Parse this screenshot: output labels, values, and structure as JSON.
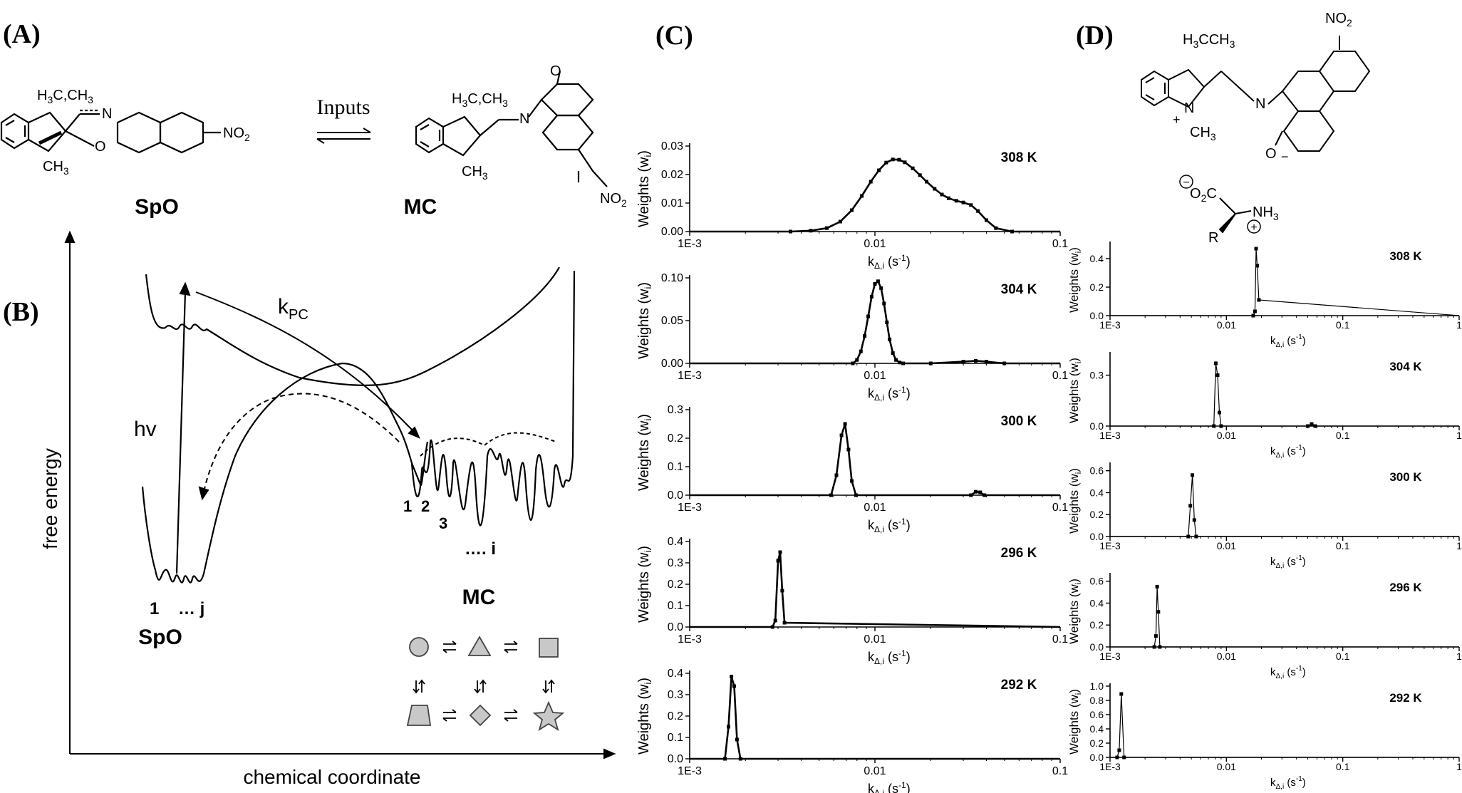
{
  "panels": {
    "a": {
      "label": "(A)",
      "arrow_label": "Inputs",
      "left_name": "SpO",
      "right_name": "MC",
      "left_mol": {
        "c1": "H",
        "c1s": "3",
        "c1t": "C,CH",
        "c1ts": "3",
        "n_atom": "N",
        "o_atom": "O",
        "nme": "CH",
        "nme_s": "3",
        "nitro": "NO",
        "nitro_s": "2"
      },
      "right_mol": {
        "c1": "H",
        "c1s": "3",
        "c1t": "C,CH",
        "c1ts": "3",
        "n_atom": "N",
        "o_atom": "O",
        "nme": "CH",
        "nme_s": "3",
        "nitro": "NO",
        "nitro_s": "2"
      }
    },
    "b": {
      "label": "(B)",
      "y_axis": "free energy",
      "x_axis": "chemical coordinate",
      "hv": "hv",
      "kpc": "k",
      "kpc_sub": "PC",
      "spo": "SpO",
      "mc": "MC",
      "spo_well_1": "1",
      "spo_well_j": "… j",
      "mc_well_1": "1",
      "mc_well_2": "2",
      "mc_well_3": "3",
      "mc_well_i": "…. i"
    },
    "c": {
      "label": "(C)"
    },
    "d": {
      "label": "(D)",
      "mol": {
        "c1": "H",
        "c1s": "3",
        "c1t": "C",
        "ch3": "CH",
        "ch3s": "3",
        "nitro": "NO",
        "nitro_s": "2",
        "n_atom": "N",
        "nme": "CH",
        "nme_s": "3",
        "o_atom": "O",
        "plus": "+",
        "minus": "−"
      },
      "aa": {
        "o2c": "O",
        "o2c_s": "2",
        "o2c_c": "C",
        "nh3": "NH",
        "nh3_s": "3",
        "r": "R",
        "plus": "+",
        "minus": "−"
      }
    }
  },
  "colors": {
    "line": "#000000",
    "shape_fill": "#c8c8c8"
  },
  "icons": [
    "circle-icon",
    "triangle-icon",
    "square-icon",
    "trapezoid-icon",
    "diamond-icon",
    "star-icon",
    "equilibrium-arrows-icon"
  ],
  "chart_data": [
    {
      "type": "line",
      "panel": "C",
      "temperature": "308 K",
      "xscale": "log",
      "xlim": [
        0.001,
        0.1
      ],
      "xticks": [
        "1E-3",
        "0.01",
        "0.1"
      ],
      "yticks": [
        "0.00",
        "0.01",
        "0.02",
        "0.03"
      ],
      "ylim": [
        0,
        0.03
      ],
      "ylabel": "Weights (w",
      "ylabel_sub": "i",
      "xlabel": "k",
      "xlabel_sub": "Δ,i",
      "xlabel_unit": " (s",
      "xlabel_sup": "-1",
      "xlabel_end": ")",
      "x": [
        0.0035,
        0.0045,
        0.0055,
        0.0065,
        0.0075,
        0.0085,
        0.0095,
        0.0105,
        0.0115,
        0.0125,
        0.0135,
        0.0145,
        0.016,
        0.0175,
        0.019,
        0.021,
        0.023,
        0.025,
        0.0275,
        0.03,
        0.033,
        0.036,
        0.04,
        0.045,
        0.055
      ],
      "y": [
        0.0,
        0.0003,
        0.0012,
        0.0035,
        0.0075,
        0.0125,
        0.0175,
        0.0215,
        0.0242,
        0.0253,
        0.0252,
        0.0243,
        0.0222,
        0.0198,
        0.0175,
        0.015,
        0.013,
        0.0117,
        0.0108,
        0.0102,
        0.0093,
        0.0072,
        0.004,
        0.0012,
        0.0
      ]
    },
    {
      "type": "line",
      "panel": "C",
      "temperature": "304 K",
      "xscale": "log",
      "xlim": [
        0.001,
        0.1
      ],
      "xticks": [
        "1E-3",
        "0.01",
        "0.1"
      ],
      "yticks": [
        "0.00",
        "0.05",
        "0.10"
      ],
      "ylim": [
        0,
        0.1
      ],
      "ylabel": "Weights (w",
      "ylabel_sub": "i",
      "xlabel": "k",
      "xlabel_sub": "Δ,i",
      "xlabel_unit": " (s",
      "xlabel_sup": "-1",
      "xlabel_end": ")",
      "x": [
        0.0076,
        0.008,
        0.0084,
        0.0088,
        0.0092,
        0.0096,
        0.01,
        0.0104,
        0.0108,
        0.0112,
        0.0116,
        0.012,
        0.0125,
        0.013,
        0.0136,
        0.0142,
        0.02,
        0.03,
        0.035,
        0.04,
        0.05
      ],
      "y": [
        0.0,
        0.004,
        0.014,
        0.032,
        0.055,
        0.078,
        0.093,
        0.096,
        0.088,
        0.07,
        0.048,
        0.028,
        0.012,
        0.004,
        0.001,
        0.0,
        0.0,
        0.002,
        0.003,
        0.002,
        0.0
      ]
    },
    {
      "type": "line",
      "panel": "C",
      "temperature": "300 K",
      "xscale": "log",
      "xlim": [
        0.001,
        0.1
      ],
      "xticks": [
        "1E-3",
        "0.01",
        "0.1"
      ],
      "yticks": [
        "0.0",
        "0.1",
        "0.2",
        "0.3"
      ],
      "ylim": [
        0,
        0.3
      ],
      "ylabel": "Weights (w",
      "ylabel_sub": "i",
      "xlabel": "k",
      "xlabel_sub": "Δ,i",
      "xlabel_unit": " (s",
      "xlabel_sup": "-1",
      "xlabel_end": ")",
      "x": [
        0.0058,
        0.0062,
        0.0066,
        0.0069,
        0.0072,
        0.0075,
        0.0079,
        0.033,
        0.035,
        0.037,
        0.039
      ],
      "y": [
        0.0,
        0.07,
        0.21,
        0.25,
        0.16,
        0.05,
        0.0,
        0.0,
        0.012,
        0.01,
        0.0
      ]
    },
    {
      "type": "line",
      "panel": "C",
      "temperature": "296 K",
      "xscale": "log",
      "xlim": [
        0.001,
        0.1
      ],
      "xticks": [
        "1E-3",
        "0.01",
        "0.1"
      ],
      "yticks": [
        "0.0",
        "0.1",
        "0.2",
        "0.3",
        "0.4"
      ],
      "ylim": [
        0,
        0.4
      ],
      "ylabel": "Weights (w",
      "ylabel_sub": "i",
      "xlabel": "k",
      "xlabel_sub": "Δ,i",
      "xlabel_unit": " (s",
      "xlabel_sup": "-1",
      "xlabel_end": ")",
      "x": [
        0.0028,
        0.0029,
        0.003,
        0.00308,
        0.00316,
        0.00325
      ],
      "y": [
        0.0,
        0.03,
        0.31,
        0.35,
        0.17,
        0.02
      ]
    },
    {
      "type": "line",
      "panel": "C",
      "temperature": "292 K",
      "xscale": "log",
      "xlim": [
        0.001,
        0.1
      ],
      "xticks": [
        "1E-3",
        "0.01",
        "0.1"
      ],
      "yticks": [
        "0.0",
        "0.1",
        "0.2",
        "0.3",
        "0.4"
      ],
      "ylim": [
        0,
        0.4
      ],
      "ylabel": "Weights (w",
      "ylabel_sub": "i",
      "xlabel": "k",
      "xlabel_sub": "Δ,i",
      "xlabel_unit": " (s",
      "xlabel_sup": "-1",
      "xlabel_end": ")",
      "x": [
        0.00155,
        0.00162,
        0.00168,
        0.00174,
        0.0018,
        0.00188
      ],
      "y": [
        0.0,
        0.15,
        0.385,
        0.34,
        0.09,
        0.0
      ]
    },
    {
      "type": "line",
      "panel": "D",
      "temperature": "308 K",
      "xscale": "log",
      "xlim": [
        0.001,
        1
      ],
      "xticks": [
        "1E-3",
        "0.01",
        "0.1",
        "1"
      ],
      "yticks": [
        "0.0",
        "0.2",
        "0.4"
      ],
      "ylim": [
        0,
        0.5
      ],
      "ylabel": "Weights (w",
      "ylabel_sub": "i",
      "xlabel": "k",
      "xlabel_sub": "Δ,i",
      "xlabel_unit": " (s",
      "xlabel_sup": "-1",
      "xlabel_end": ")",
      "x": [
        0.017,
        0.0176,
        0.018,
        0.0184,
        0.019
      ],
      "y": [
        0.0,
        0.03,
        0.47,
        0.35,
        0.11
      ]
    },
    {
      "type": "line",
      "panel": "D",
      "temperature": "304 K",
      "xscale": "log",
      "xlim": [
        0.001,
        1
      ],
      "xticks": [
        "1E-3",
        "0.01",
        "0.1",
        "1"
      ],
      "yticks": [
        "0.0",
        "0.3"
      ],
      "ylim": [
        0,
        0.42
      ],
      "ylabel": "Weights (w",
      "ylabel_sub": "i",
      "xlabel": "k",
      "xlabel_sub": "Δ,i",
      "xlabel_unit": " (s",
      "xlabel_sup": "-1",
      "xlabel_end": ")",
      "x": [
        0.0078,
        0.0081,
        0.0084,
        0.0087,
        0.009,
        0.05,
        0.054,
        0.058
      ],
      "y": [
        0.0,
        0.37,
        0.3,
        0.08,
        0.0,
        0.0,
        0.012,
        0.0
      ]
    },
    {
      "type": "line",
      "panel": "D",
      "temperature": "300 K",
      "xscale": "log",
      "xlim": [
        0.001,
        1
      ],
      "xticks": [
        "1E-3",
        "0.01",
        "0.1",
        "1"
      ],
      "yticks": [
        "0.0",
        "0.2",
        "0.4",
        "0.6"
      ],
      "ylim": [
        0,
        0.65
      ],
      "ylabel": "Weights (w",
      "ylabel_sub": "i",
      "xlabel": "k",
      "xlabel_sub": "Δ,i",
      "xlabel_unit": " (s",
      "xlabel_sup": "-1",
      "xlabel_end": ")",
      "x": [
        0.0047,
        0.0049,
        0.0051,
        0.0053,
        0.0055
      ],
      "y": [
        0.0,
        0.28,
        0.56,
        0.15,
        0.0
      ]
    },
    {
      "type": "line",
      "panel": "D",
      "temperature": "296 K",
      "xscale": "log",
      "xlim": [
        0.001,
        1
      ],
      "xticks": [
        "1E-3",
        "0.01",
        "0.1",
        "1"
      ],
      "yticks": [
        "0.0",
        "0.2",
        "0.4",
        "0.6"
      ],
      "ylim": [
        0,
        0.65
      ],
      "ylabel": "Weights (w",
      "ylabel_sub": "i",
      "xlabel": "k",
      "xlabel_sub": "Δ,i",
      "xlabel_unit": " (s",
      "xlabel_sup": "-1",
      "xlabel_end": ")",
      "x": [
        0.0024,
        0.00248,
        0.00254,
        0.0026,
        0.00268
      ],
      "y": [
        0.0,
        0.1,
        0.55,
        0.32,
        0.0
      ]
    },
    {
      "type": "line",
      "panel": "D",
      "temperature": "292 K",
      "xscale": "log",
      "xlim": [
        0.001,
        1
      ],
      "xticks": [
        "1E-3",
        "0.01",
        "0.1",
        "1"
      ],
      "yticks": [
        "0.0",
        "0.2",
        "0.4",
        "0.6",
        "0.8",
        "1.0"
      ],
      "ylim": [
        0,
        1.0
      ],
      "ylabel": "Weights (w",
      "ylabel_sub": "i",
      "xlabel": "k",
      "xlabel_sub": "Δ,i",
      "xlabel_unit": " (s",
      "xlabel_sup": "-1",
      "xlabel_end": ")",
      "x": [
        0.00115,
        0.0012,
        0.00125,
        0.00132
      ],
      "y": [
        0.0,
        0.1,
        0.89,
        0.0
      ]
    }
  ]
}
